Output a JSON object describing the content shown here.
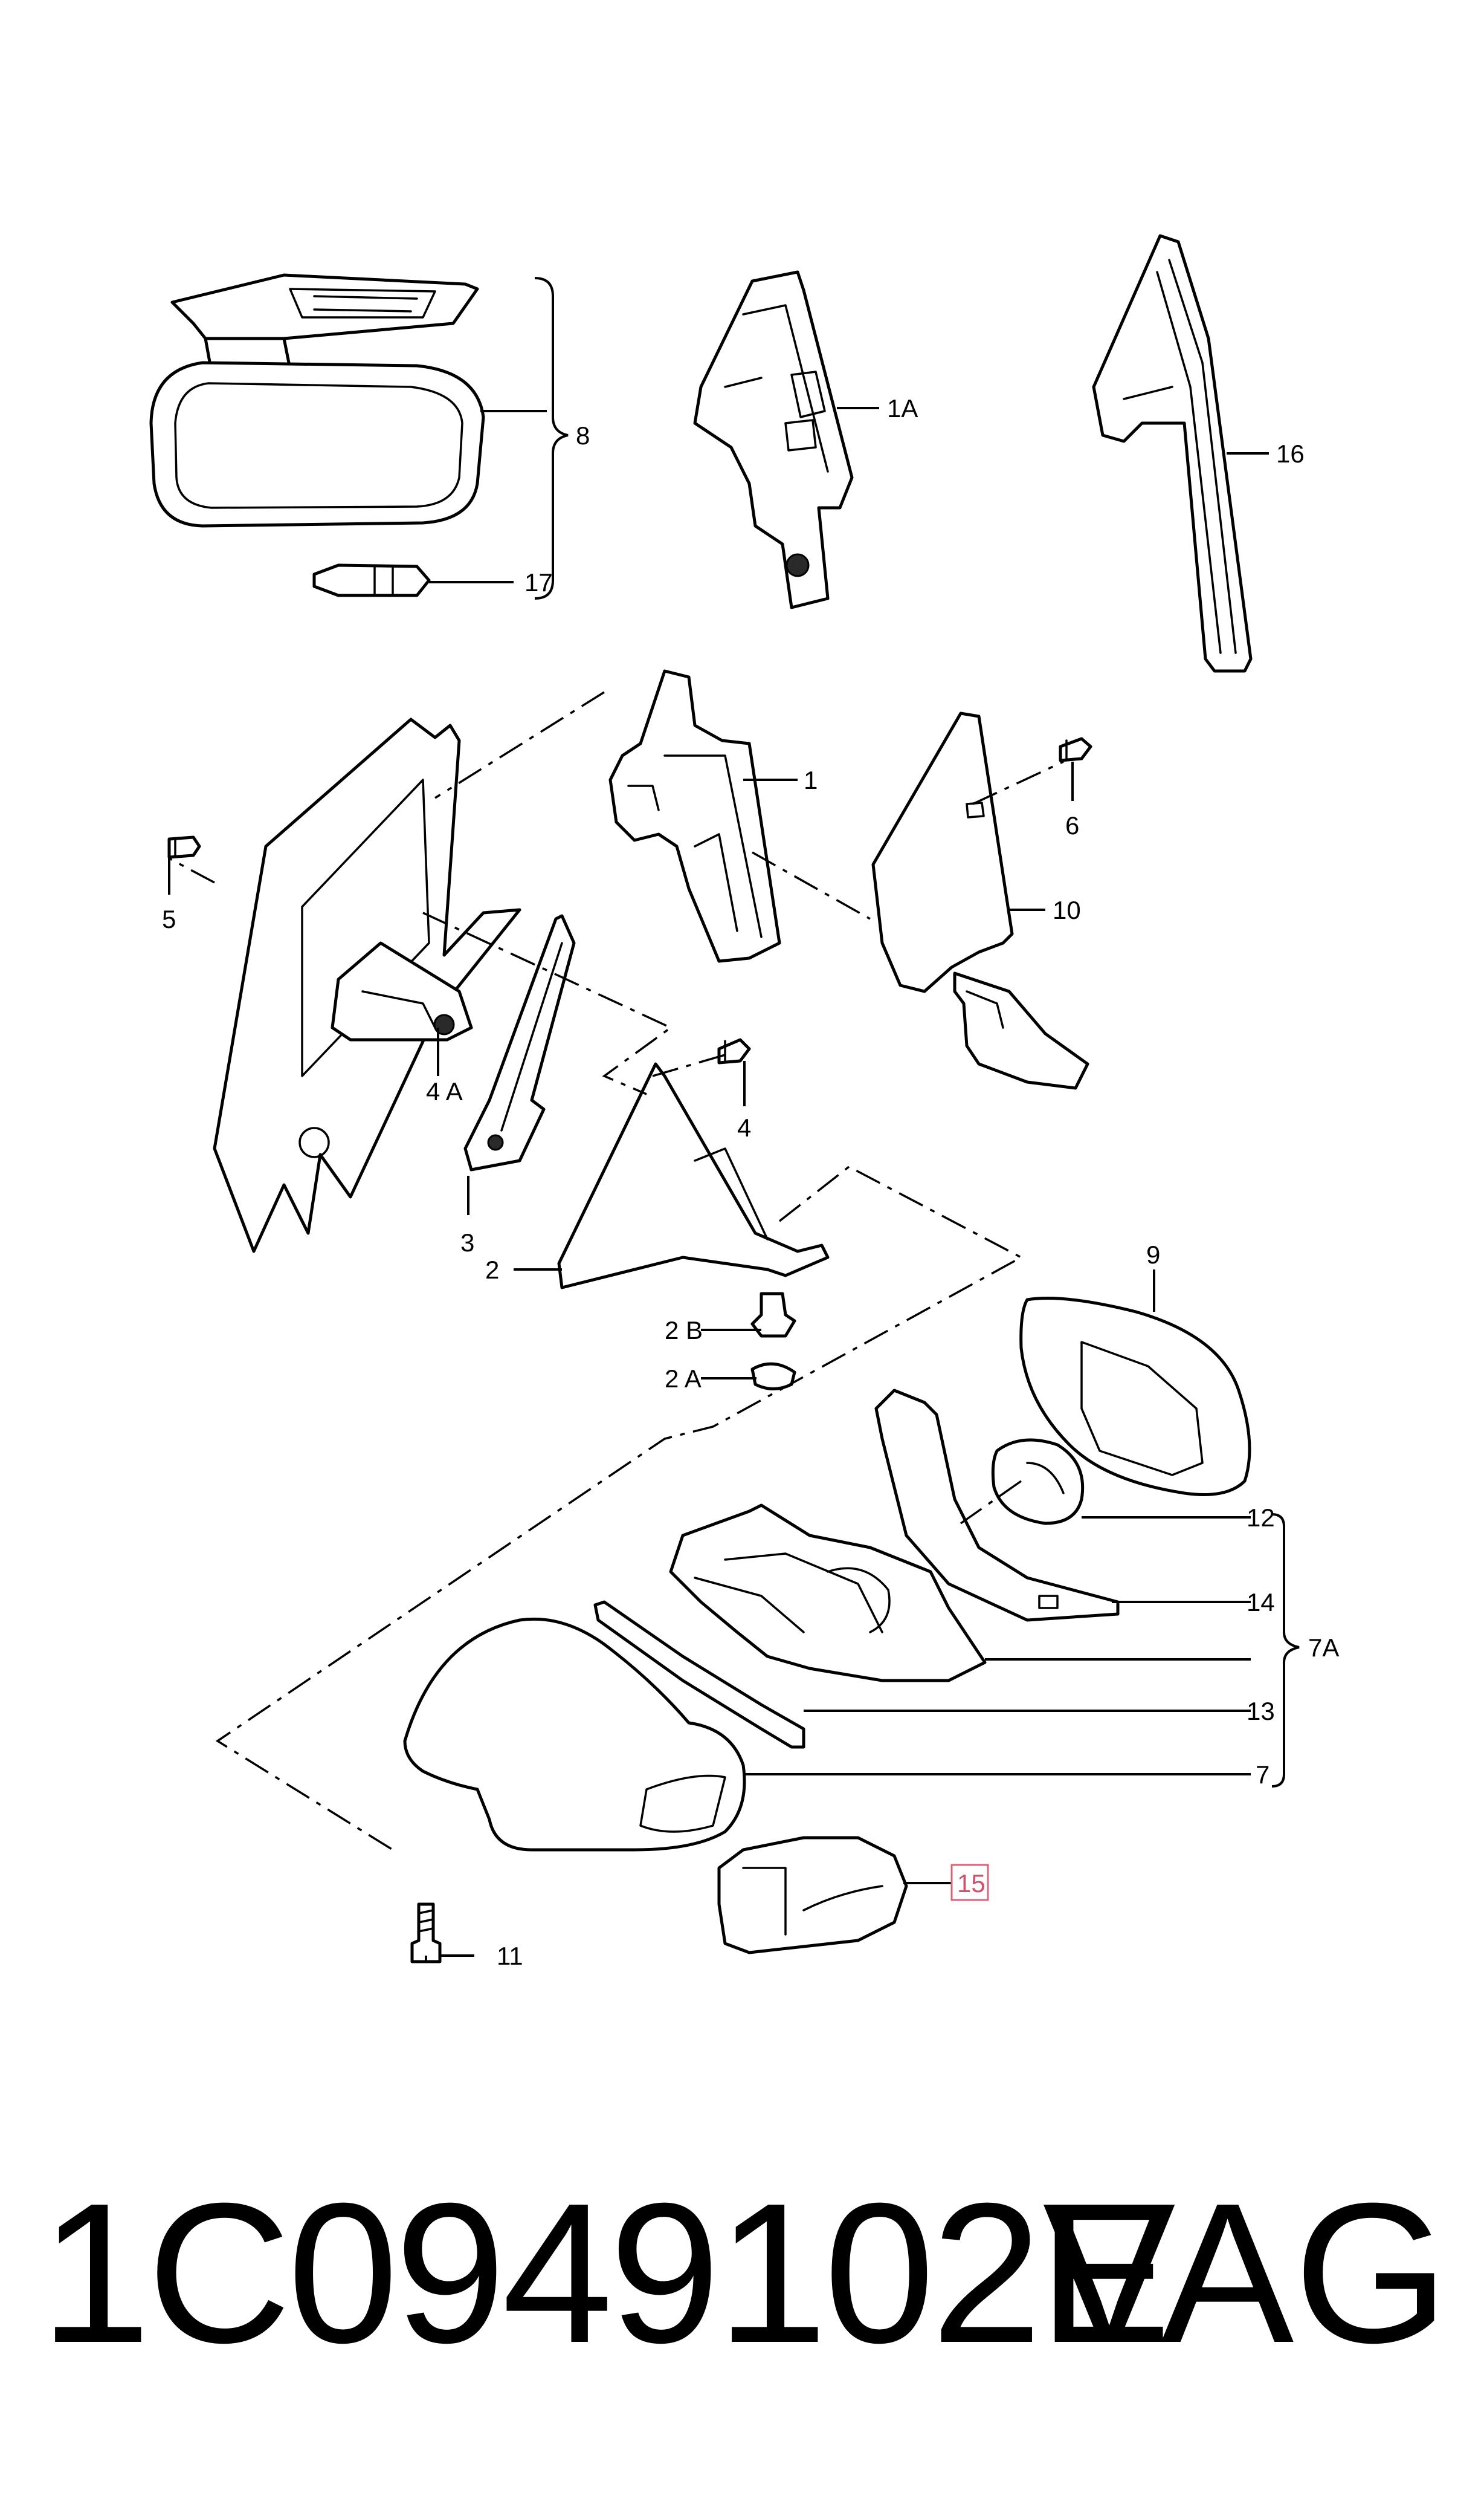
{
  "callouts": {
    "c1A": "1A",
    "c16": "16",
    "c8": "8",
    "c17": "17",
    "c1": "1",
    "c5": "5",
    "c6": "6",
    "c10": "10",
    "c4A": "4 A",
    "c4": "4",
    "c3": "3",
    "c2": "2",
    "c2B": "2 B",
    "c2A": "2 A",
    "c9": "9",
    "c12": "12",
    "c14": "14",
    "c7A": "7A",
    "c13": "13",
    "c7": "7",
    "c15": "15",
    "c11": "11"
  },
  "highlighted_callout": "15",
  "highlight_color": "#e0607a",
  "footer": {
    "part_number": "1C0949102E",
    "brand": "VAG"
  }
}
